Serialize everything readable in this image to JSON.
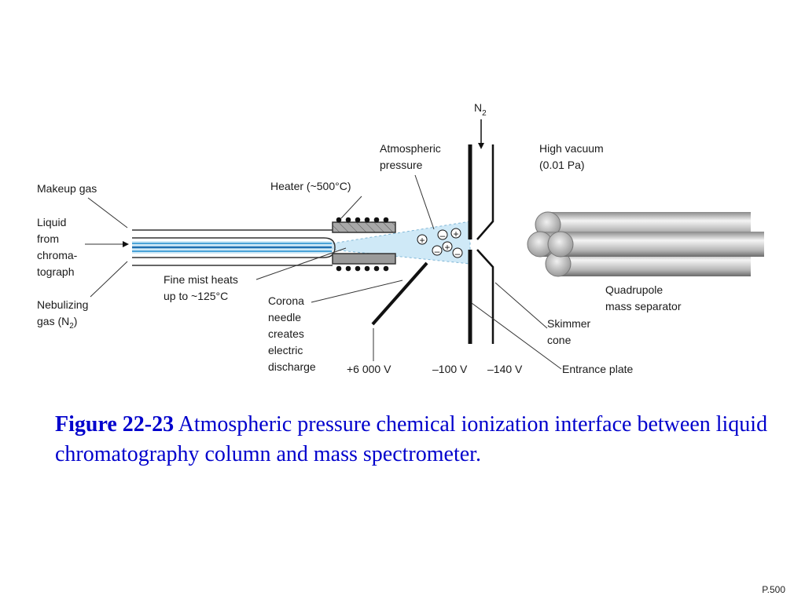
{
  "labels": {
    "n2_top": "N",
    "n2_top_sub": "2",
    "atmospheric_line1": "Atmospheric",
    "atmospheric_line2": "pressure",
    "high_vacuum_line1": "High vacuum",
    "high_vacuum_line2": "(0.01 Pa)",
    "makeup_gas": "Makeup gas",
    "heater": "Heater (~500°C)",
    "liquid_line1": "Liquid",
    "liquid_line2": "from",
    "liquid_line3": "chroma-",
    "liquid_line4": "tograph",
    "nebulizing_line1": "Nebulizing",
    "nebulizing_line2": "gas (N",
    "nebulizing_sub": "2",
    "nebulizing_close": ")",
    "fine_mist_line1": "Fine mist heats",
    "fine_mist_line2": "up to ~125°C",
    "corona_line1": "Corona",
    "corona_line2": "needle",
    "corona_line3": "creates",
    "corona_line4": "electric",
    "corona_line5": "discharge",
    "quadrupole_line1": "Quadrupole",
    "quadrupole_line2": "mass separator",
    "skimmer_line1": "Skimmer",
    "skimmer_line2": "cone",
    "entrance_plate": "Entrance plate",
    "v_needle": "+6 000 V",
    "v_plate": "–100 V",
    "v_skimmer": "–140 V",
    "ion_plus": "+",
    "ion_minus": "–"
  },
  "caption": {
    "figure_label": "Figure 22-23",
    "text": " Atmospheric pressure chemical ionization interface between liquid chromatography column and mass spectrometer."
  },
  "page_number": "P.500",
  "colors": {
    "caption": "#0000cc",
    "spray": "#cfe9f7",
    "liquid": "#4aa3d8",
    "heater_block": "#9a9a9a",
    "rod_dark": "#6e6e6e",
    "rod_light": "#f2f2f2"
  }
}
